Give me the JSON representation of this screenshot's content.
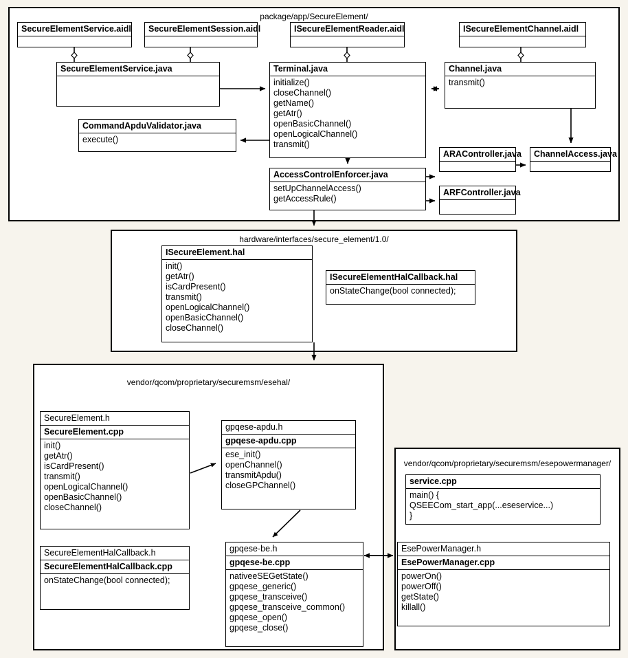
{
  "diagram": {
    "title": "Android Secure Element architecture layer diagram",
    "background_color": "#f7f4ed",
    "box_fill": "#ffffff",
    "line_color": "#000000"
  },
  "panels": {
    "framework": {
      "label": "package/app/SecureElement/",
      "boxes": {
        "secure_element_service_aidl": {
          "header": "SecureElementService.aidl",
          "members": []
        },
        "secure_element_session_aidl": {
          "header": "SecureElementSession.aidl",
          "members": []
        },
        "isecure_element_reader_aidl": {
          "header": "ISecureElementReader.aidl",
          "members": []
        },
        "isecure_element_channel_aidl": {
          "header": "ISecureElementChannel.aidl",
          "members": []
        },
        "secure_element_service_java": {
          "header": "SecureElementService.java",
          "members": []
        },
        "terminal_java": {
          "header": "Terminal.java",
          "members": [
            "initialize()",
            "closeChannel()",
            "getName()",
            "getAtr()",
            "openBasicChannel()",
            "openLogicalChannel()",
            "transmit()"
          ]
        },
        "channel_java": {
          "header": "Channel.java",
          "members": [
            "transmit()"
          ]
        },
        "command_apdu_validator_java": {
          "header": "CommandApduValidator.java",
          "members": [
            "execute()"
          ]
        },
        "access_control_enforcer_java": {
          "header": "AccessControlEnforcer.java",
          "members": [
            "setUpChannelAccess()",
            "getAccessRule()"
          ]
        },
        "ara_controller_java": {
          "header": "ARAController.java",
          "members": []
        },
        "arf_controller_java": {
          "header": "ARFController.java",
          "members": []
        },
        "channel_access_java": {
          "header": "ChannelAccess.java",
          "members": []
        }
      }
    },
    "hal": {
      "label": "hardware/interfaces/secure_element/1.0/",
      "boxes": {
        "isecure_element_hal": {
          "header": "ISecureElement.hal",
          "members": [
            "init()",
            "getAtr()",
            "isCardPresent()",
            "transmit()",
            "openLogicalChannel()",
            "openBasicChannel()",
            "closeChannel()"
          ]
        },
        "isecure_element_hal_callback": {
          "header": "ISecureElementHalCallback.hal",
          "members": [
            "onStateChange(bool connected);"
          ]
        }
      }
    },
    "esehal": {
      "label": "vendor/qcom/proprietary/securemsm/esehal/",
      "boxes": {
        "secure_element": {
          "header_plain": "SecureElement.h",
          "header_bold": "SecureElement.cpp",
          "members": [
            "init()",
            "getAtr()",
            "isCardPresent()",
            "transmit()",
            "openLogicalChannel()",
            "openBasicChannel()",
            "closeChannel()"
          ]
        },
        "secure_element_hal_callback": {
          "header_plain": "SecureElementHalCallback.h",
          "header_bold": "SecureElementHalCallback.cpp",
          "members": [
            "onStateChange(bool connected);"
          ]
        },
        "gpqese_apdu": {
          "header_plain": "gpqese-apdu.h",
          "header_bold": "gpqese-apdu.cpp",
          "members": [
            "ese_init()",
            "openChannel()",
            "transmitApdu()",
            "closeGPChannel()"
          ]
        },
        "gpqese_be": {
          "header_plain": "gpqese-be.h",
          "header_bold": "gpqese-be.cpp",
          "members": [
            "nativeeSEGetState()",
            "gpqese_generic()",
            "gpqese_transceive()",
            "gpqese_transceive_common()",
            "gpqese_open()",
            "gpqese_close()"
          ]
        }
      }
    },
    "esepowermanager": {
      "label": "vendor/qcom/proprietary/securemsm/esepowermanager/",
      "boxes": {
        "service": {
          "header_bold": "service.cpp",
          "members": [
            "main() {",
            "   QSEECom_start_app(...eseservice...)",
            "}"
          ]
        },
        "ese_power_manager": {
          "header_plain": "EsePowerManager.h",
          "header_bold": "EsePowerManager.cpp",
          "members": [
            "powerOn()",
            "powerOff()",
            "getState()",
            "killall()"
          ]
        }
      }
    }
  }
}
